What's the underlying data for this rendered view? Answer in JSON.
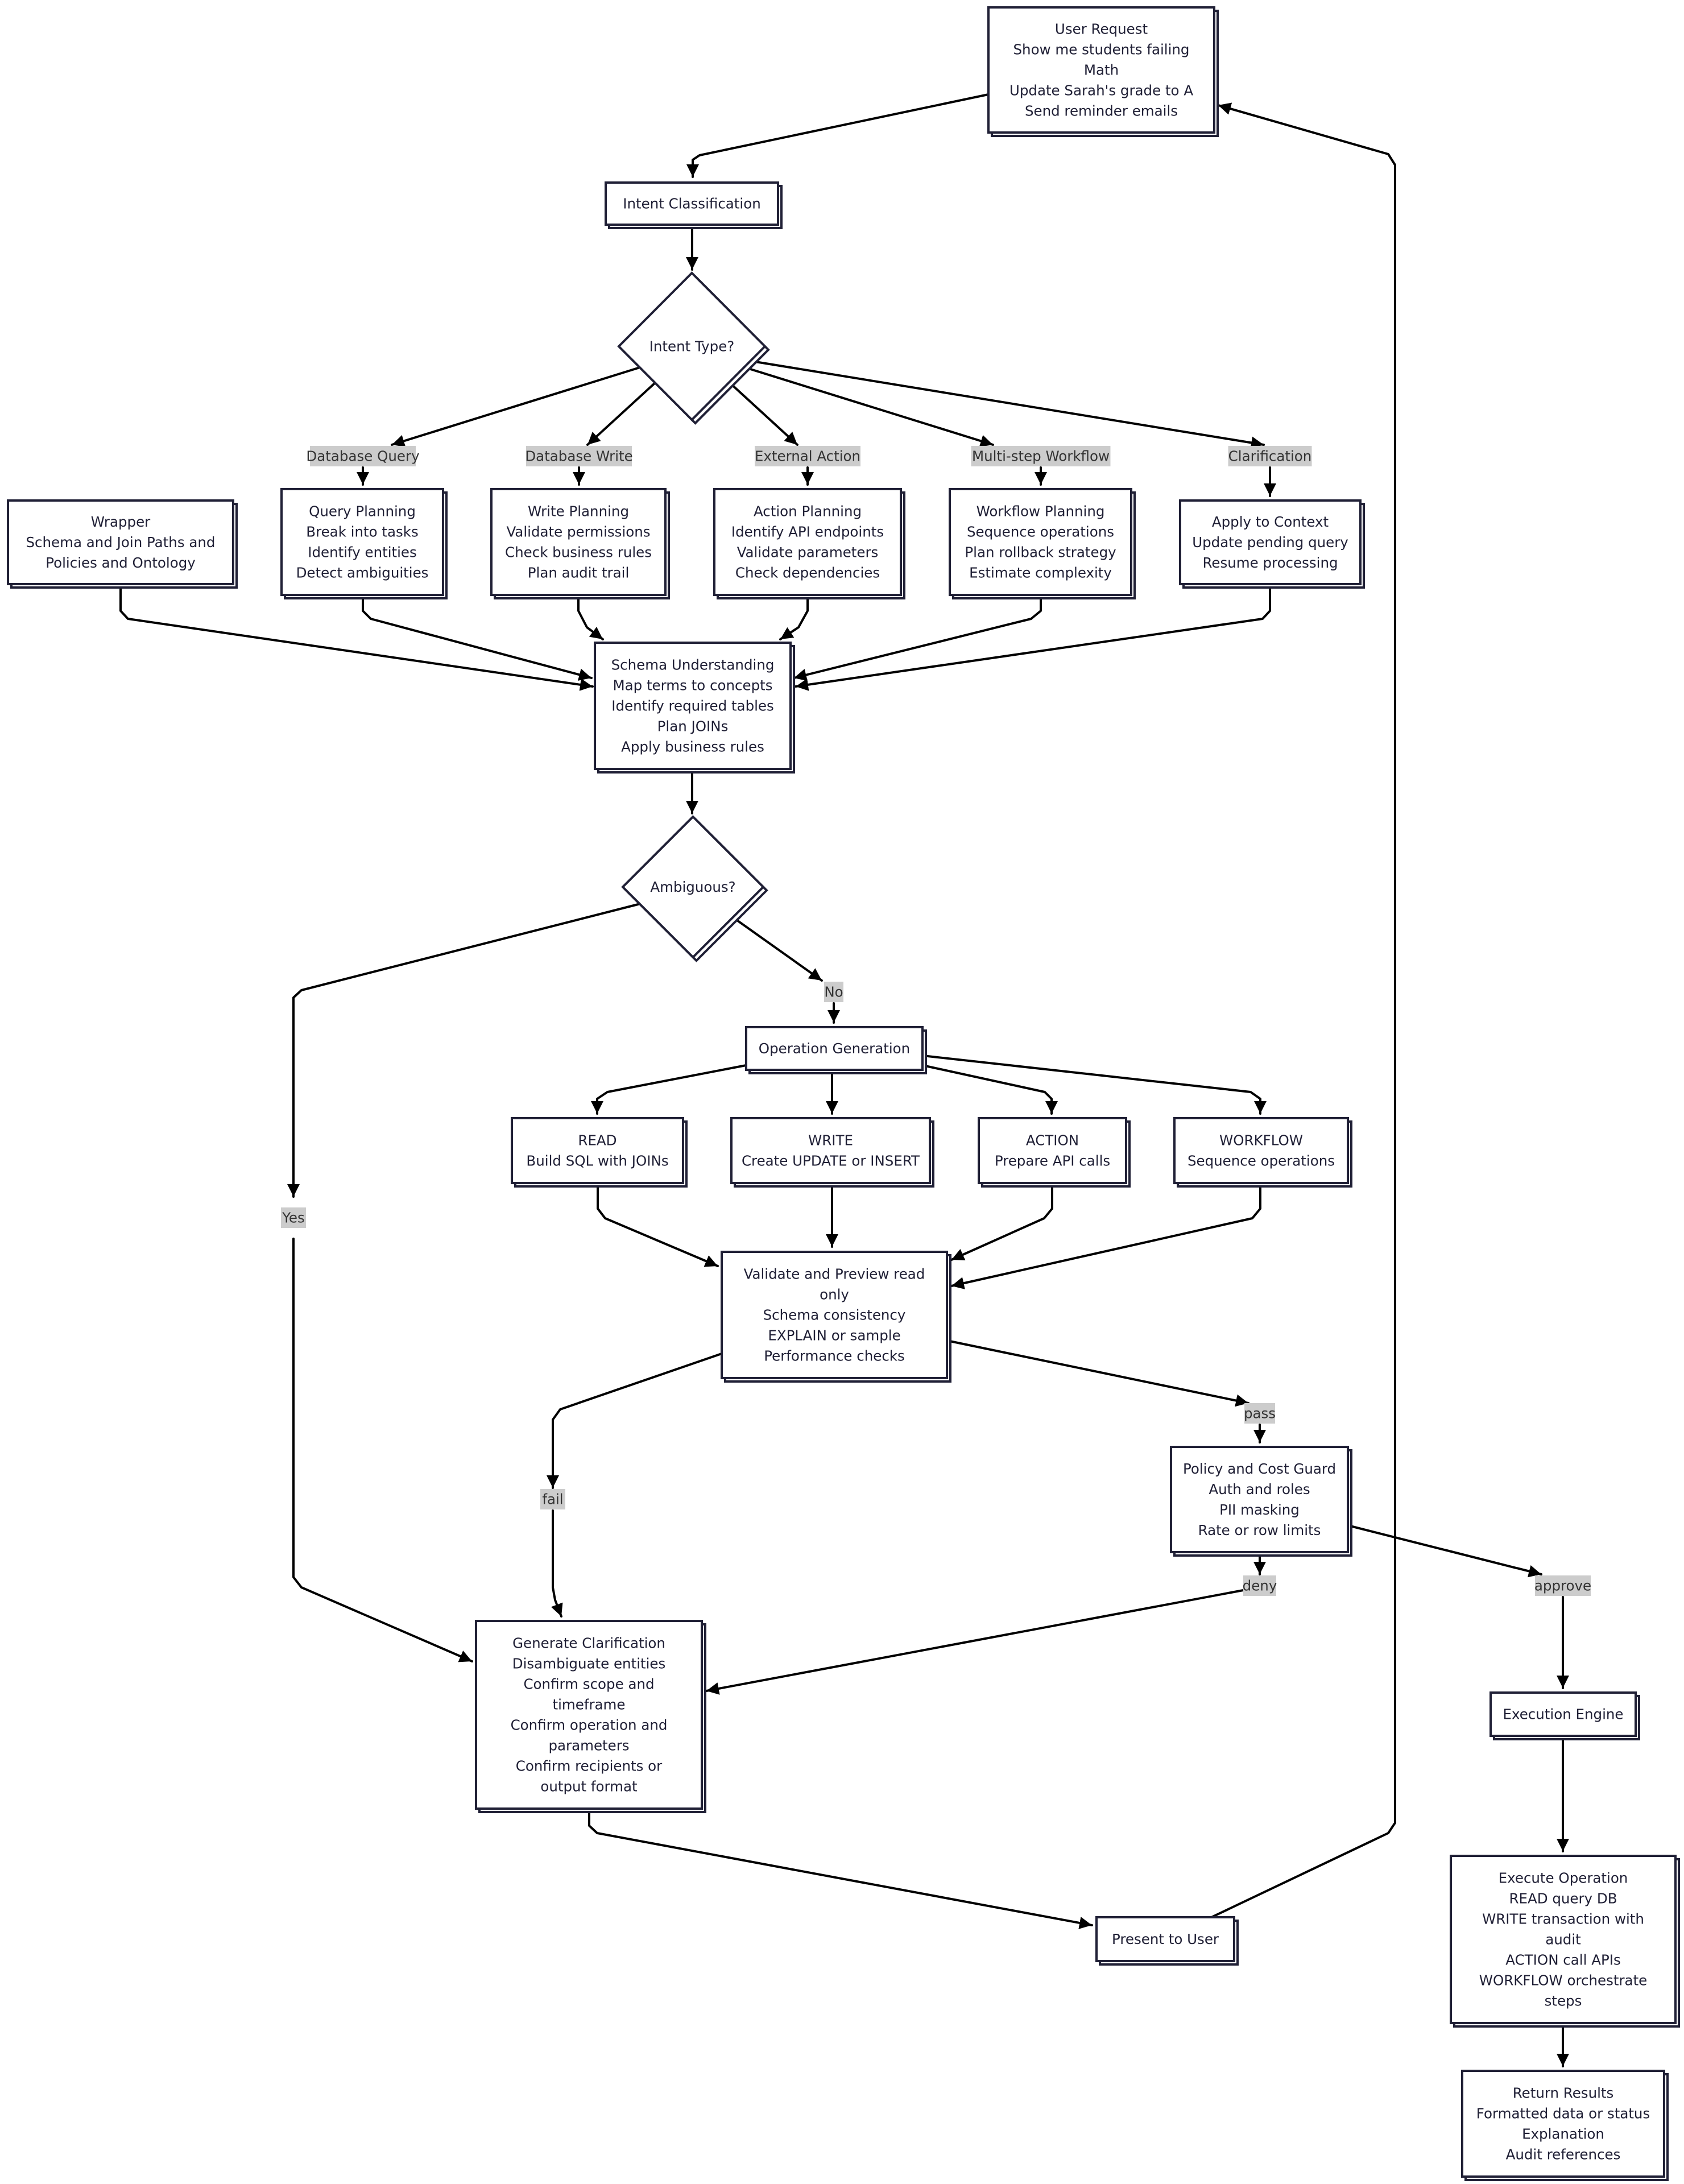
{
  "nodes": {
    "user_request": [
      "User Request",
      "Show me students failing",
      "Math",
      "Update Sarah's grade to A",
      "Send reminder emails"
    ],
    "intent_classification": [
      "Intent Classification"
    ],
    "intent_type": [
      "Intent Type?"
    ],
    "wrapper": [
      "Wrapper",
      "Schema and Join Paths and",
      "Policies and Ontology"
    ],
    "query_planning": [
      "Query Planning",
      "Break into tasks",
      "Identify entities",
      "Detect ambiguities"
    ],
    "write_planning": [
      "Write Planning",
      "Validate permissions",
      "Check business rules",
      "Plan audit trail"
    ],
    "action_planning": [
      "Action Planning",
      "Identify API endpoints",
      "Validate parameters",
      "Check dependencies"
    ],
    "workflow_planning": [
      "Workflow Planning",
      "Sequence operations",
      "Plan rollback strategy",
      "Estimate complexity"
    ],
    "apply_context": [
      "Apply to Context",
      "Update pending query",
      "Resume processing"
    ],
    "schema_understanding": [
      "Schema Understanding",
      "Map terms to concepts",
      "Identify required tables",
      "Plan JOINs",
      "Apply business rules"
    ],
    "ambiguous": [
      "Ambiguous?"
    ],
    "operation_generation": [
      "Operation Generation"
    ],
    "read": [
      "READ",
      "Build SQL with JOINs"
    ],
    "write": [
      "WRITE",
      "Create UPDATE or INSERT"
    ],
    "action": [
      "ACTION",
      "Prepare API calls"
    ],
    "workflow": [
      "WORKFLOW",
      "Sequence operations"
    ],
    "validate_preview": [
      "Validate and Preview read",
      "only",
      "Schema consistency",
      "EXPLAIN or sample",
      "Performance checks"
    ],
    "policy_guard": [
      "Policy and Cost Guard",
      "Auth and roles",
      "PII masking",
      "Rate or row limits"
    ],
    "generate_clarification": [
      "Generate Clarification",
      "Disambiguate entities",
      "Confirm scope and",
      "timeframe",
      "Confirm operation and",
      "parameters",
      "Confirm recipients or",
      "output format"
    ],
    "execution_engine": [
      "Execution Engine"
    ],
    "present_user": [
      "Present to User"
    ],
    "execute_operation": [
      "Execute Operation",
      "READ query DB",
      "WRITE transaction with",
      "audit",
      "ACTION call APIs",
      "WORKFLOW orchestrate",
      "steps"
    ],
    "return_results": [
      "Return Results",
      "Formatted data or status",
      "Explanation",
      "Audit references"
    ]
  },
  "edge_labels": {
    "database_query": "Database Query",
    "database_write": "Database Write",
    "external_action": "External Action",
    "multistep_workflow": "Multi-step Workflow",
    "clarification": "Clarification",
    "no": "No",
    "yes": "Yes",
    "pass": "pass",
    "fail": "fail",
    "deny": "deny",
    "approve": "approve"
  }
}
